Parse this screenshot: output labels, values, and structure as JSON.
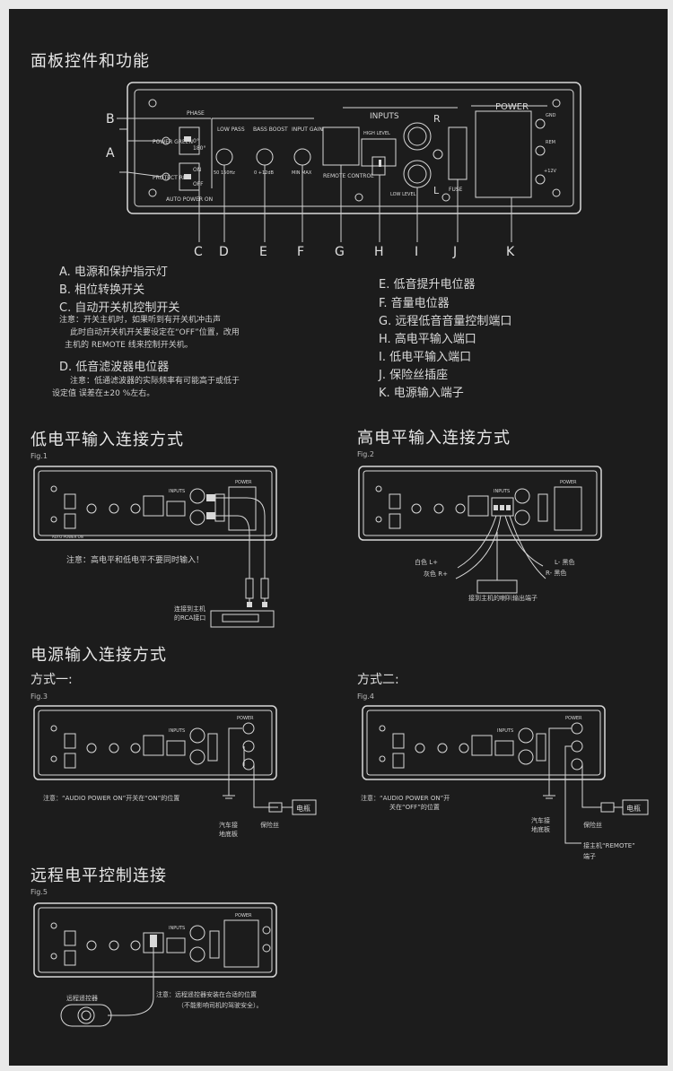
{
  "section1": {
    "title": "面板控件和功能",
    "panel": {
      "phase": "PHASE",
      "power_green": "POWER\nGREEN",
      "deg0": "0°",
      "deg180": "180°",
      "protect_red": "PROTECT\nRED",
      "on": "ON",
      "off": "OFF",
      "auto_power_on": "AUTO POWER ON",
      "low_pass": "LOW\nPASS",
      "bass_boost": "BASS\nBOOST",
      "input_gain": "INPUT\nGAIN",
      "low_pass_range": "50 150Hz",
      "bass_boost_range": "0 +12dB",
      "input_gain_range": "MIN MAX",
      "remote_control": "REMOTE\nCONTROL",
      "inputs": "INPUTS",
      "high_level": "HIGH LEVEL",
      "low_level": "LOW LEVEL",
      "r": "R",
      "l": "L",
      "fuse": "FUSE",
      "power": "POWER",
      "gnd": "GND",
      "rem": "REM",
      "v12": "+12V"
    },
    "callouts": [
      "A",
      "B",
      "C",
      "D",
      "E",
      "F",
      "G",
      "H",
      "I",
      "J",
      "K"
    ],
    "left_items": [
      "A. 电源和保护指示灯",
      "B. 相位转换开关",
      "C. 自动开关机控制开关"
    ],
    "note_c": [
      "注意：开关主机时，如果听到有开关机冲击声",
      "此时自动开关机开关要设定在“OFF”位置，改用",
      "主机的 REMOTE 线来控制开关机。"
    ],
    "item_d": "D. 低音滤波器电位器",
    "note_d": [
      "注意：低通滤波器的实际频率有可能高于或低于",
      "设定值   误差在±20        %左右。"
    ],
    "right_items": [
      "E. 低音提升电位器",
      "F. 音量电位器",
      "G. 远程低音音量控制端口",
      "H. 高电平输入端口",
      "I.  低电平输入端口",
      "J. 保险丝插座",
      "K. 电源输入端子"
    ]
  },
  "section2": {
    "title": "低电平输入连接方式",
    "fig": "Fig.1",
    "note": "注意：高电平和低电平不要同时输入！",
    "head_unit_label": [
      "连接到主机",
      "的RCA接口"
    ]
  },
  "section3": {
    "title": "高电平输入连接方式",
    "fig": "Fig.2",
    "wires": {
      "l_plus": "白色 L+",
      "r_plus": "灰色 R+",
      "l_minus": "L- 黑色",
      "r_minus": "R- 黑色"
    },
    "caption": "接到主机的喇叭输出端子"
  },
  "section4": {
    "title": "电源输入连接方式",
    "method1": {
      "title": "方式一:",
      "fig": "Fig.3",
      "note": "注意：“AUDIO POWER ON”开关在“ON”的位置",
      "ground": [
        "汽车接",
        "地底板"
      ],
      "fuse": "保险丝",
      "battery": "电瓶"
    },
    "method2": {
      "title": "方式二:",
      "fig": "Fig.4",
      "note": [
        "注意：“AUDIO POWER ON”开",
        "关在“OFF”的位置"
      ],
      "ground": [
        "汽车接",
        "地底板"
      ],
      "fuse": "保险丝",
      "battery": "电瓶",
      "remote": [
        "接主机“REMOTE”",
        "端子"
      ]
    }
  },
  "section5": {
    "title": "远程电平控制连接",
    "fig": "Fig.5",
    "remote_label": "远程遥控器",
    "note": [
      "注意：远程遥控器安装在合适的位置",
      "（不能影响司机的驾驶安全）。"
    ]
  },
  "colors": {
    "background": "#1c1c1c",
    "line": "#d0d0d0",
    "text": "#dcdcdc"
  }
}
